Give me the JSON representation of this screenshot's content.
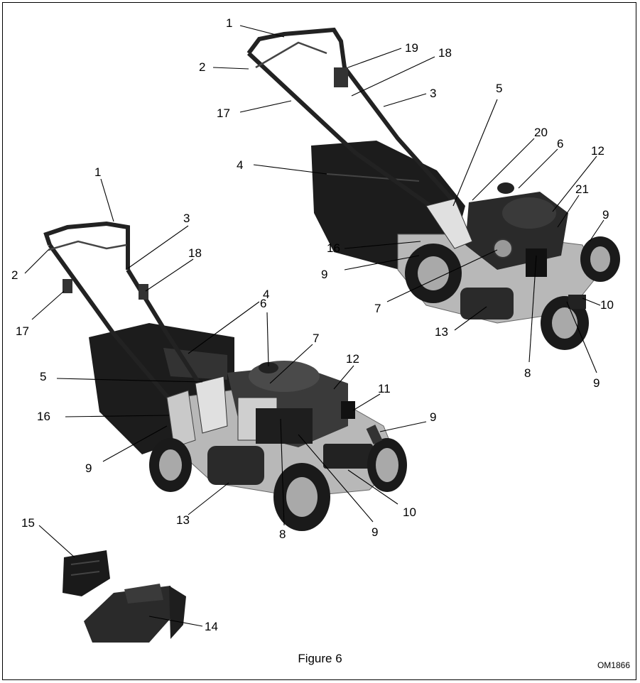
{
  "figure": {
    "caption": "Figure 6",
    "code": "OM1866"
  },
  "callouts": {
    "top": [
      "1",
      "2",
      "17",
      "19",
      "18",
      "3",
      "5",
      "20",
      "6",
      "12",
      "21",
      "9",
      "4",
      "16",
      "9",
      "7",
      "13",
      "8",
      "9",
      "10"
    ],
    "front": [
      "1",
      "3",
      "18",
      "2",
      "17",
      "4",
      "6",
      "7",
      "12",
      "11",
      "5",
      "16",
      "9",
      "9",
      "13",
      "8",
      "9",
      "10"
    ],
    "accessories": [
      "15",
      "14"
    ]
  },
  "colors": {
    "body": "#b8b8b8",
    "dark": "#2a2a2a",
    "bag": "#1c1c1c",
    "tire": "#1a1a1a",
    "hub": "#a9a9a9"
  },
  "icons": [
    "mower-top-illustration",
    "mower-front-illustration",
    "mulch-plug-illustration",
    "side-discharge-chute-illustration"
  ]
}
